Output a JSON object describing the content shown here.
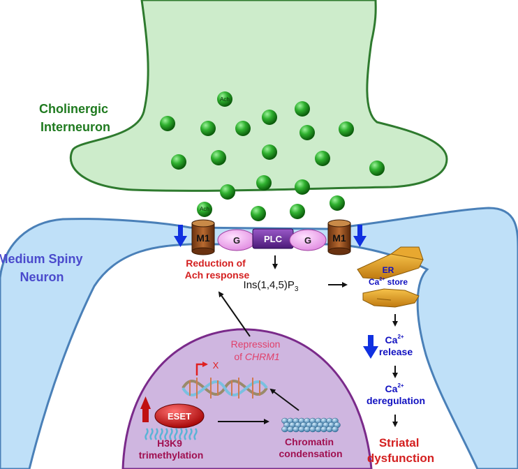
{
  "interneuron": {
    "label_line1": "Cholinergic",
    "label_line2": "Interneuron",
    "color": "#1f7a1f"
  },
  "neuron": {
    "label_line1": "Medium Spiny",
    "label_line2": "Neuron",
    "color": "#4a4acc"
  },
  "ach": {
    "label": "Ach"
  },
  "receptor": {
    "label": "M1"
  },
  "gprotein": {
    "label": "G"
  },
  "plc": {
    "label": "PLC"
  },
  "reduction": {
    "line1": "Reduction of",
    "line2": "Ach response"
  },
  "ip3": {
    "prefix": "Ins(1,4,5)P",
    "sub": "3"
  },
  "er": {
    "label": "ER",
    "store_prefix": "Ca",
    "store_sup": "2+",
    "store_suffix": " store"
  },
  "ca_release": {
    "prefix": "Ca",
    "sup": "2+",
    "line2": "release"
  },
  "ca_dereg": {
    "prefix": "Ca",
    "sup": "2+",
    "line2": "deregulation"
  },
  "outcome": {
    "line1": "Striatal",
    "line2": "dysfunction"
  },
  "repression": {
    "line1": "Repression",
    "line2_prefix": "of ",
    "gene": "CHRM1"
  },
  "blocked_mark": "X",
  "eset": {
    "label": "ESET"
  },
  "h3k9": {
    "line1": "H3K9",
    "line2": "trimethylation"
  },
  "chromatin": {
    "line1": "Chromatin",
    "line2": "condensation"
  },
  "colors": {
    "red_text": "#d42020",
    "blue_text": "#1010c0",
    "dark_red": "#a01050",
    "neuron_fill": "#bfe0f8",
    "neuron_stroke": "#4a80b8",
    "interneuron_fill": "#cdeccb",
    "interneuron_stroke": "#2e7a2e",
    "nucleus_fill": "#cfb6e0",
    "nucleus_stroke": "#7a2a8a",
    "blue_arrow": "#1030e0",
    "red_arrow": "#c01010"
  }
}
